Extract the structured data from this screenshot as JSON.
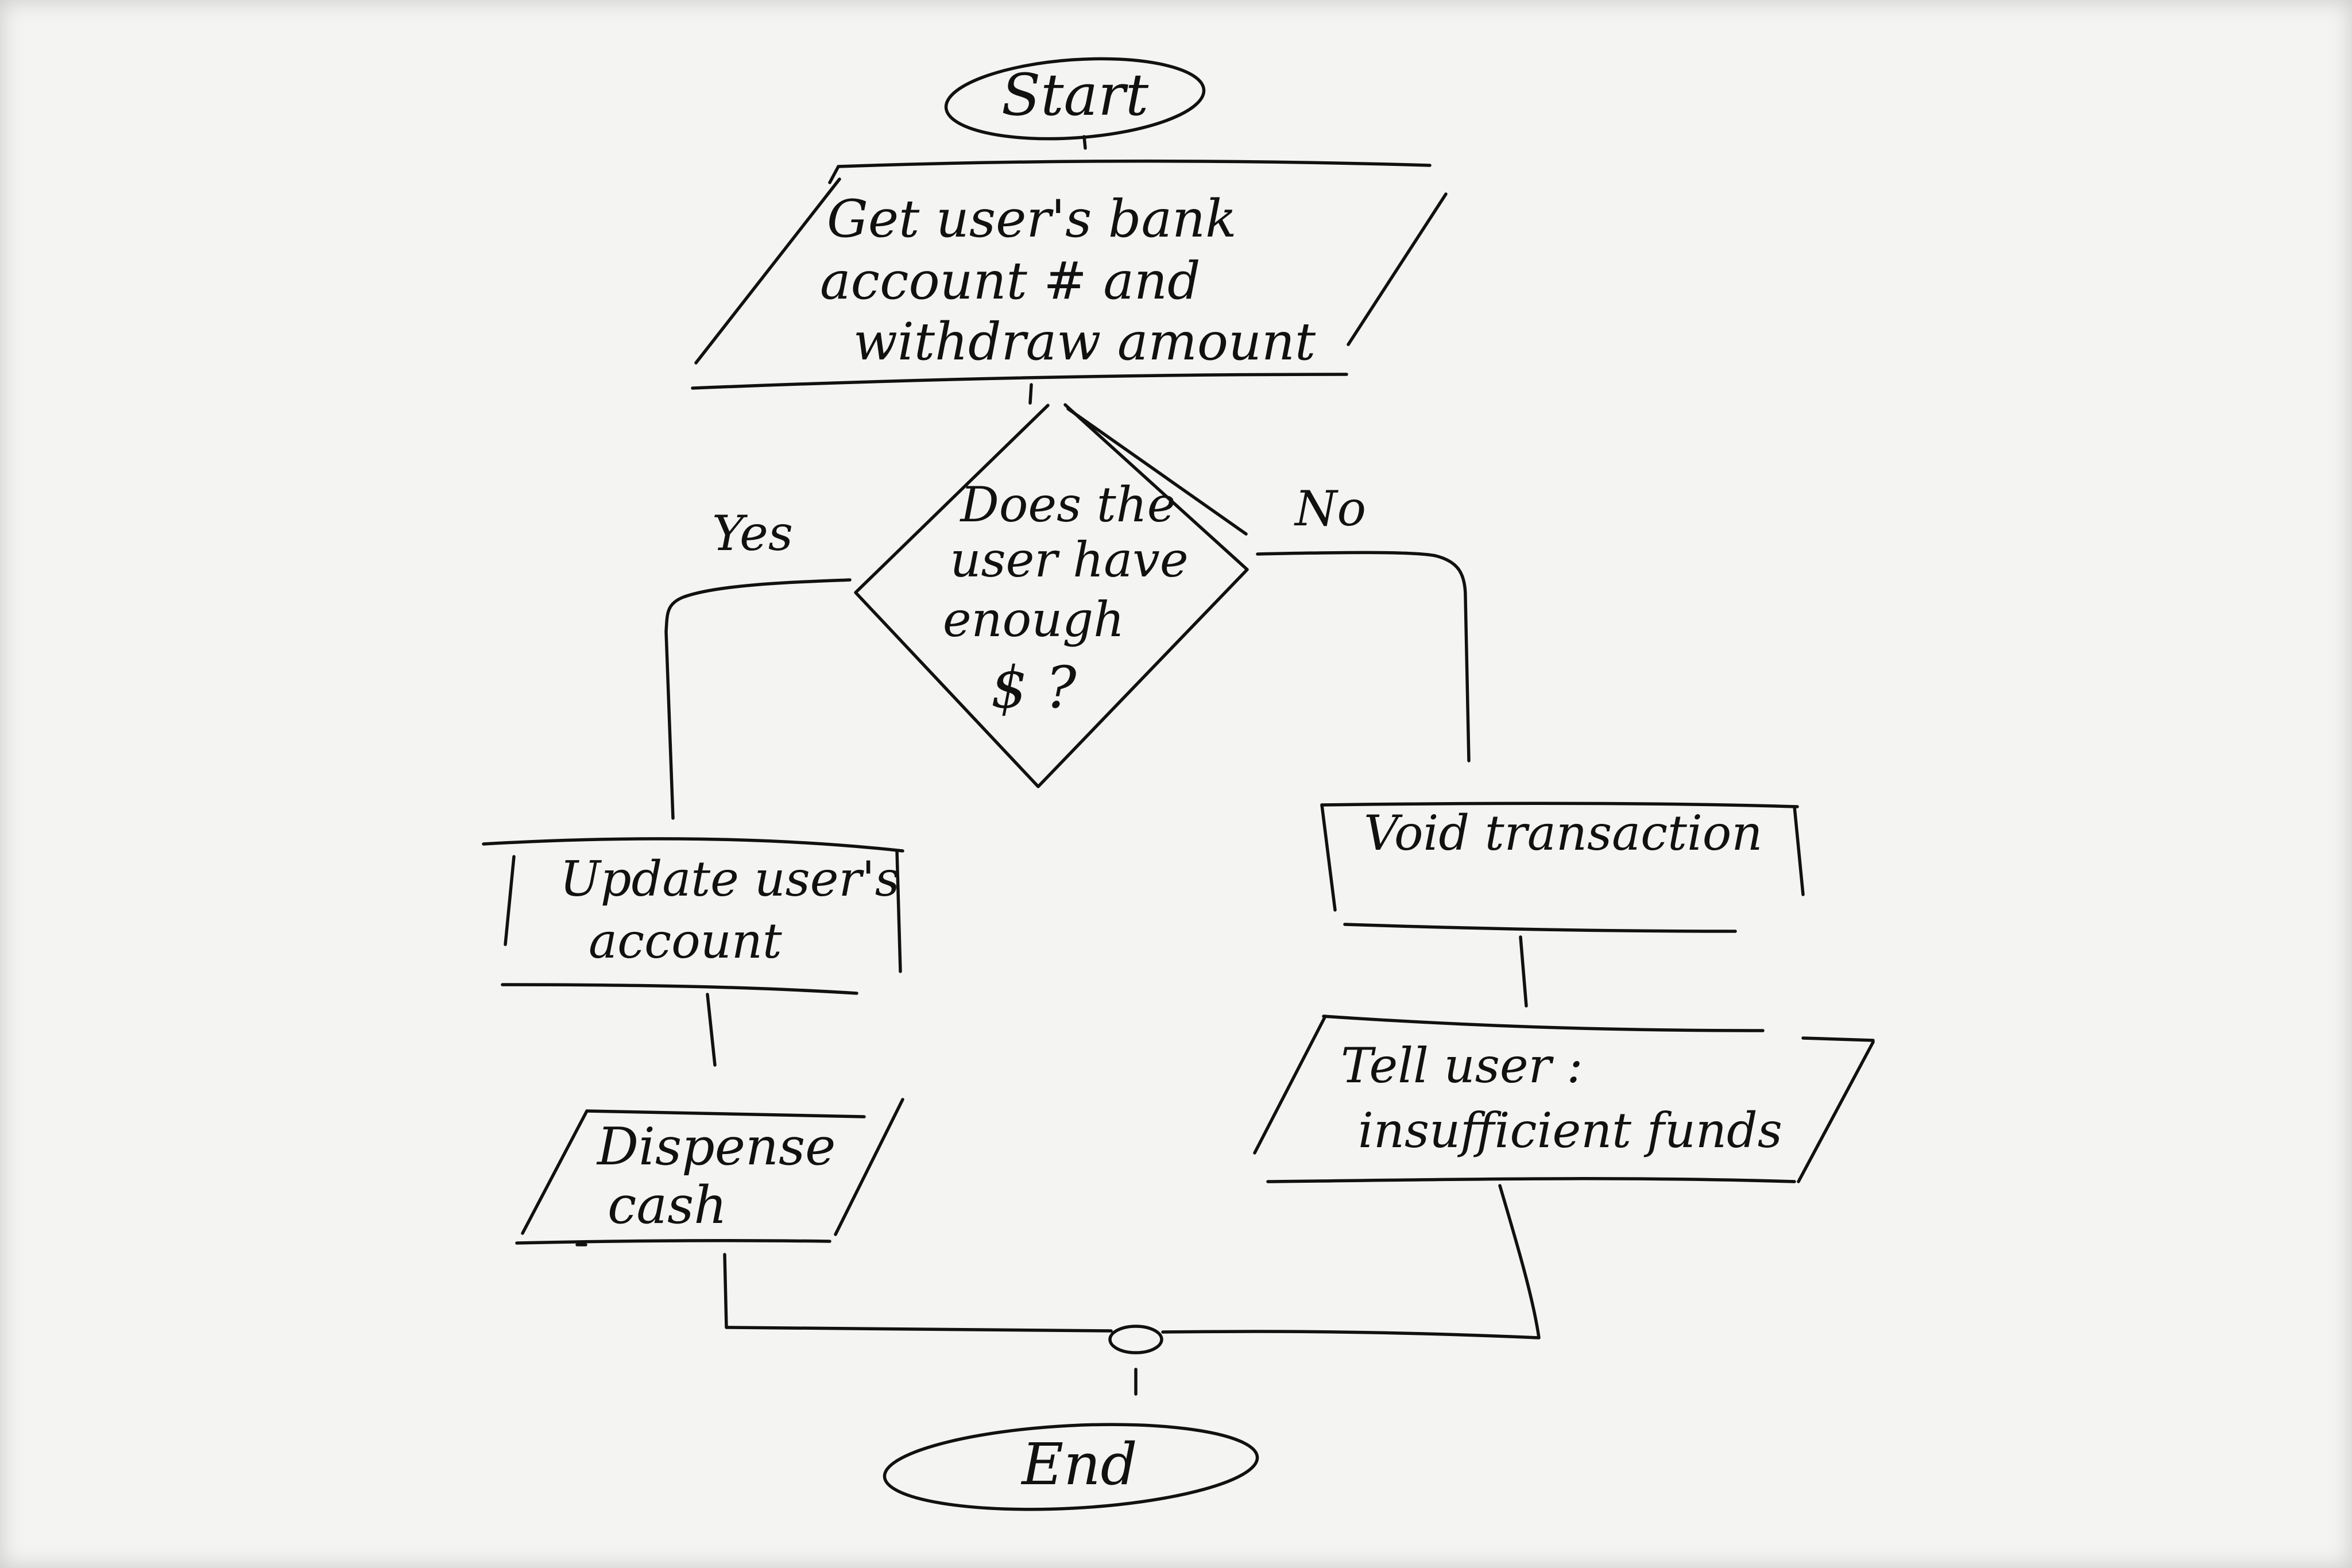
{
  "flowchart": {
    "start": {
      "label": "Start"
    },
    "input": {
      "lines": [
        "Get user's bank",
        "account # and",
        "withdraw amount"
      ]
    },
    "decision": {
      "lines": [
        "Does the",
        "user have",
        "enough",
        "$ ?"
      ]
    },
    "branch_yes": {
      "label": "Yes"
    },
    "branch_no": {
      "label": "No"
    },
    "update": {
      "lines": [
        "Update user's",
        "account"
      ]
    },
    "dispense": {
      "lines": [
        "Dispense",
        "cash"
      ]
    },
    "void": {
      "label": "Void transaction"
    },
    "tell": {
      "lines": [
        "Tell user :",
        "insufficient funds"
      ]
    },
    "end": {
      "label": "End"
    }
  }
}
